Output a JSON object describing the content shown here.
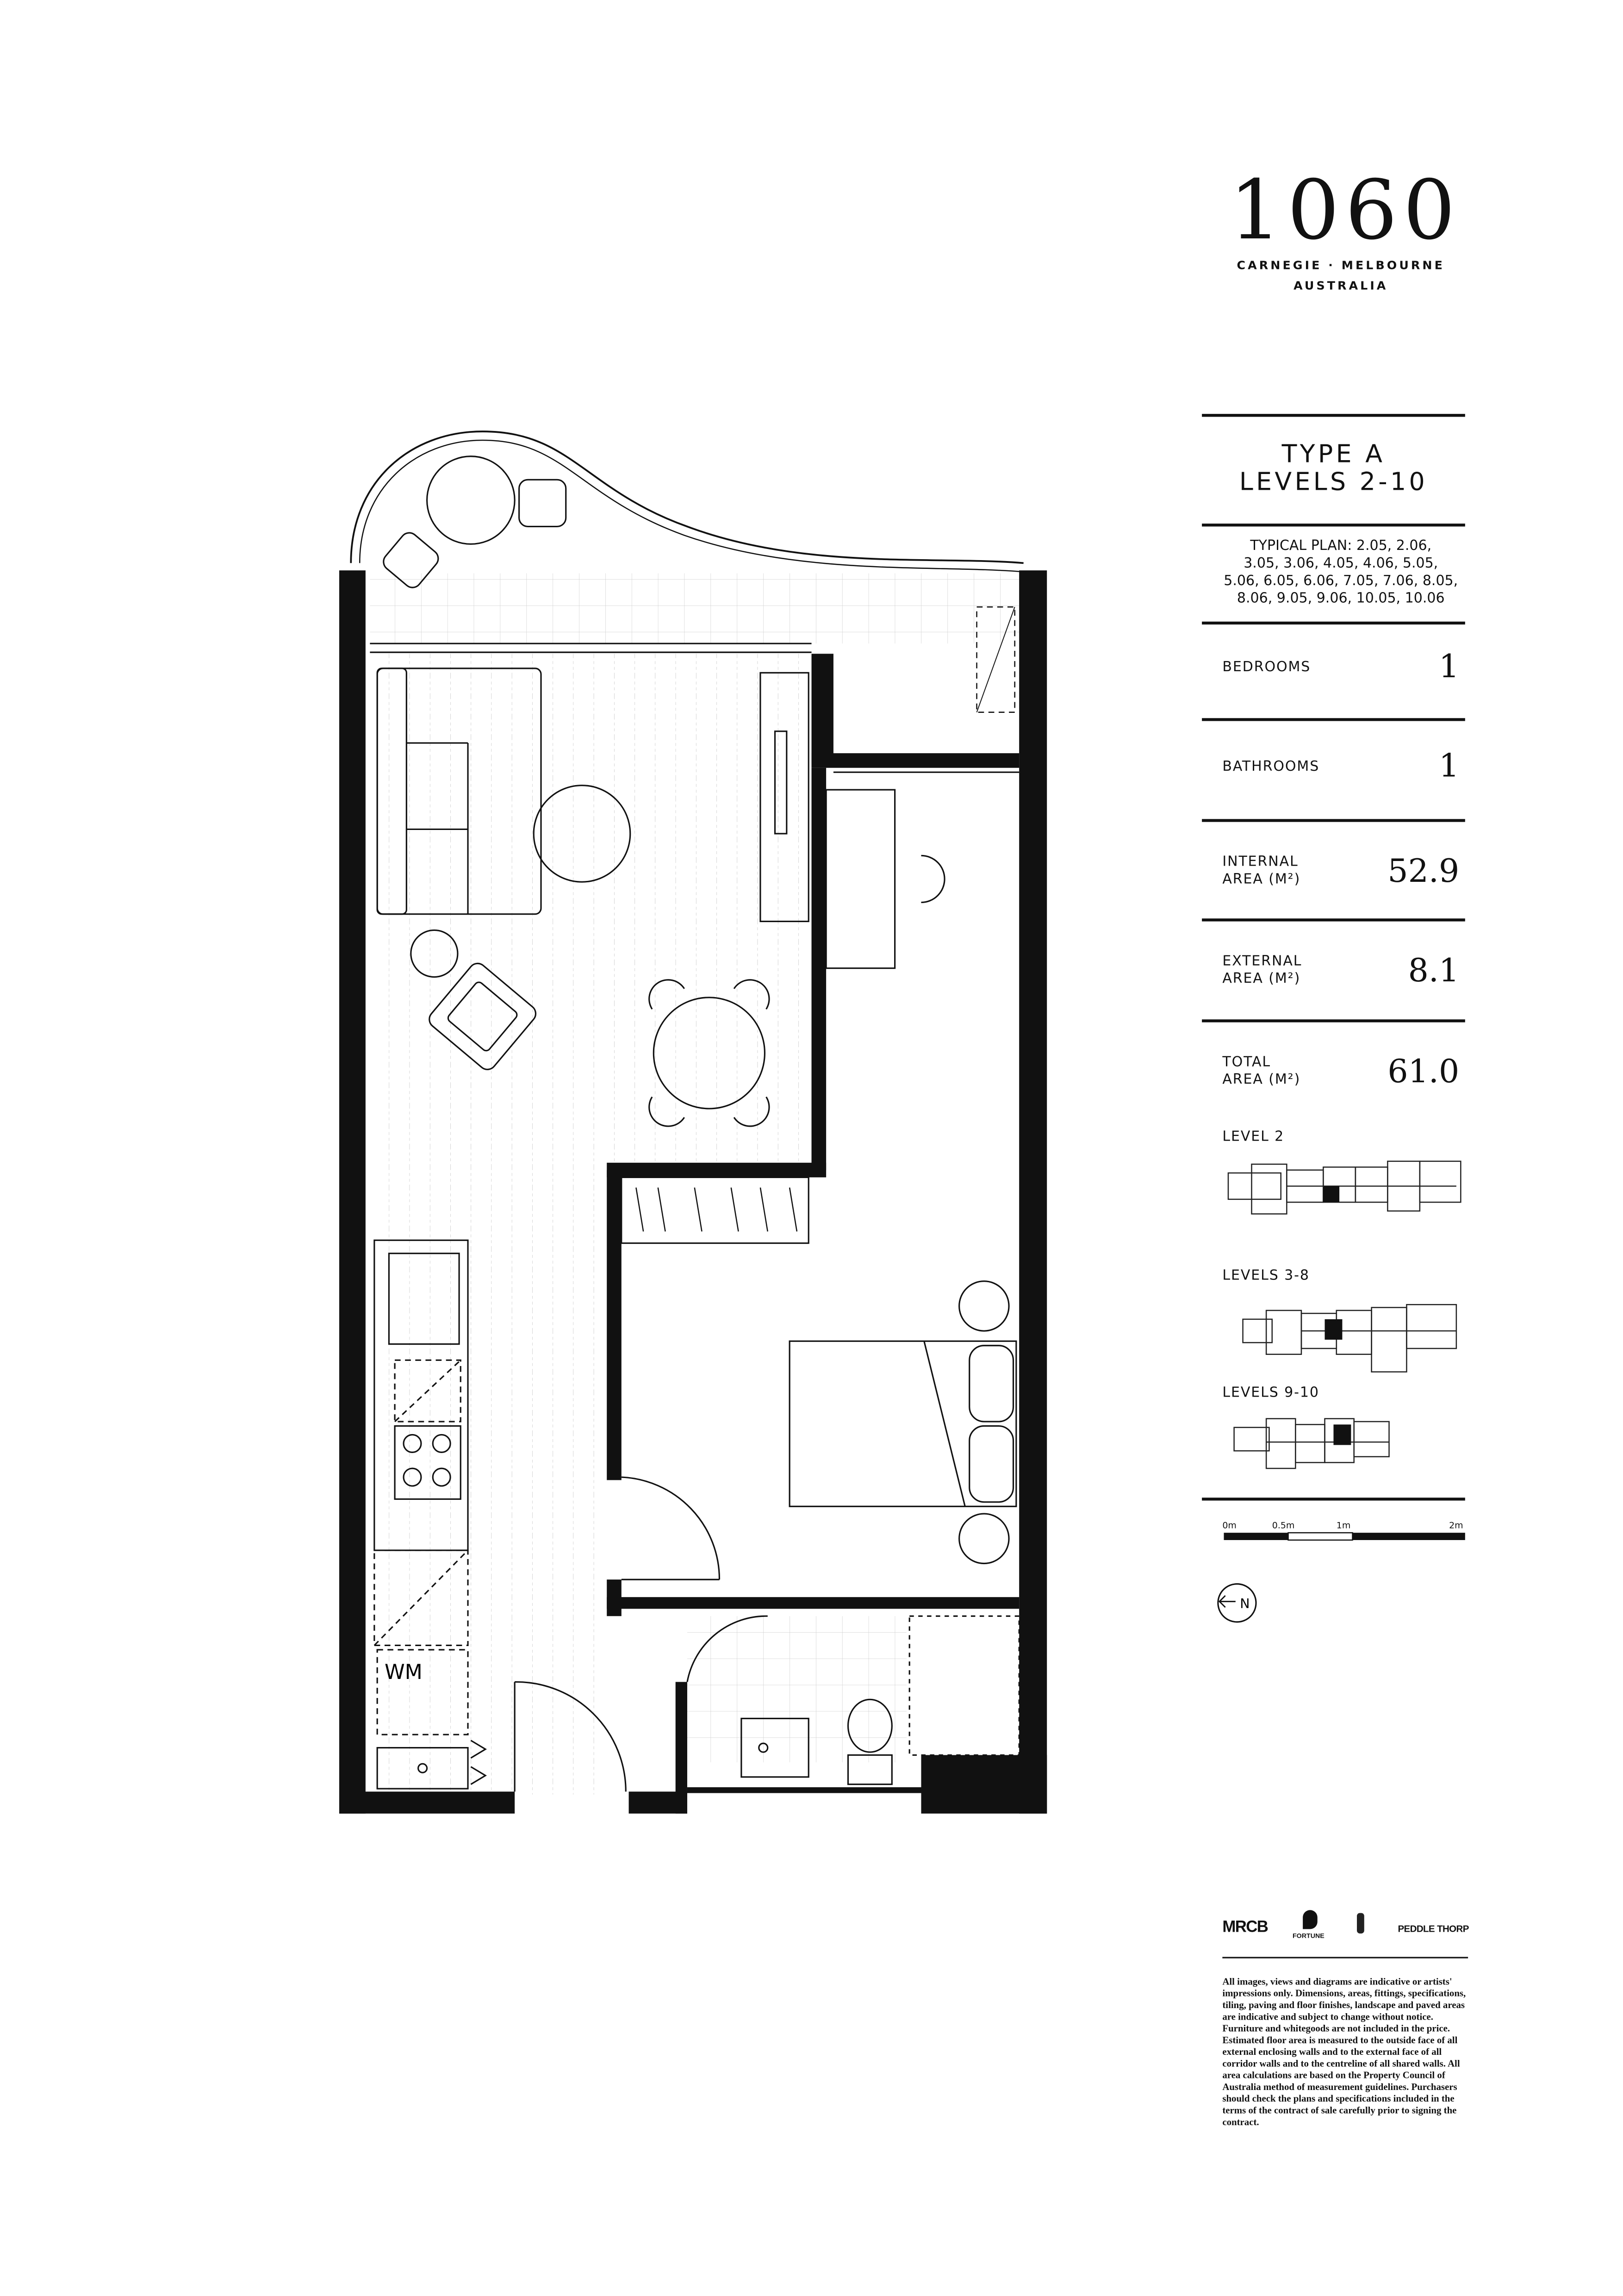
{
  "brand": {
    "logo": "1060",
    "location_line1": "CARNEGIE · MELBOURNE",
    "location_line2": "AUSTRALIA"
  },
  "plan": {
    "type": "TYPE A",
    "levels": "LEVELS 2-10",
    "typical_plan_lines": [
      "TYPICAL PLAN: 2.05, 2.06,",
      "3.05, 3.06, 4.05, 4.06, 5.05,",
      "5.06, 6.05, 6.06, 7.05, 7.06, 8.05,",
      "8.06, 9.05, 9.06, 10.05, 10.06"
    ]
  },
  "specs": {
    "bedrooms": {
      "label": "BEDROOMS",
      "value": "1"
    },
    "bathrooms": {
      "label": "BATHROOMS",
      "value": "1"
    },
    "internal": {
      "label1": "INTERNAL",
      "label2": "AREA (M²)",
      "value": "52.9"
    },
    "external": {
      "label1": "EXTERNAL",
      "label2": "AREA (M²)",
      "value": "8.1"
    },
    "total": {
      "label1": "TOTAL",
      "label2": "AREA (M²)",
      "value": "61.0"
    }
  },
  "keyplans": [
    {
      "label": "LEVEL 2"
    },
    {
      "label": "LEVELS 3-8"
    },
    {
      "label": "LEVELS 9-10"
    }
  ],
  "scale_bar": {
    "ticks": [
      "0m",
      "0.5m",
      "1m",
      "2m"
    ]
  },
  "compass": {
    "label": "N",
    "icon": "north-arrow-icon"
  },
  "floorplan": {
    "appliance_label": "WM"
  },
  "partners": {
    "mrcb": "MRCB",
    "fortune": "FORTUNE",
    "peddle": "PEDDLE THORP"
  },
  "disclaimer": "All images, views and diagrams are indicative or artists' impressions only. Dimensions, areas, fittings, specifications, tiling, paving and floor finishes, landscape and paved areas are indicative and subject to change without notice. Furniture and whitegoods are not included in the price. Estimated floor area is measured to the outside face of all external enclosing walls and to the external face of all corridor walls and to the centreline of all shared walls. All area calculations are based on the Property Council of Australia method of measurement guidelines. Purchasers should check the plans and specifications included in the terms of the contract of sale carefully prior to signing the contract."
}
